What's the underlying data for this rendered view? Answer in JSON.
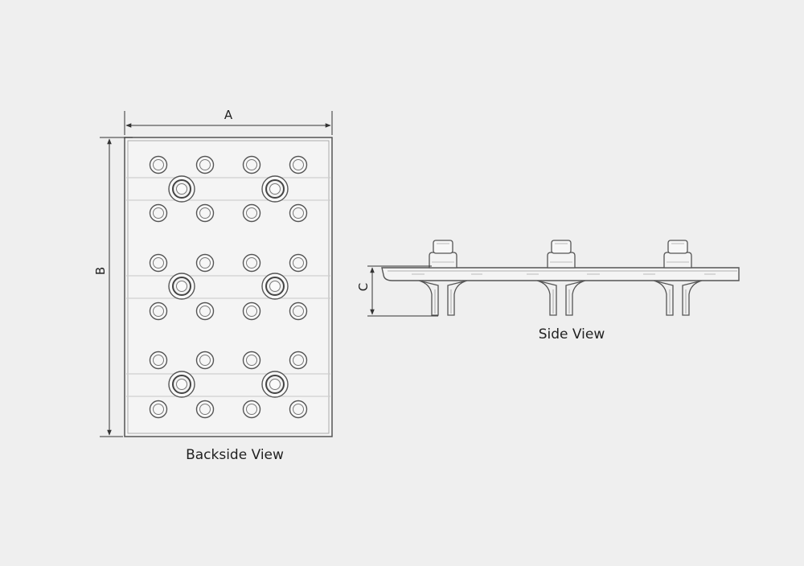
{
  "labels": {
    "dim_a": "A",
    "dim_b": "B",
    "dim_c": "C",
    "backside_caption": "Backside View",
    "side_caption": "Side View"
  },
  "colors": {
    "background": "#efefef",
    "plate_fill": "#f4f4f4",
    "line": "#555555",
    "dim_line": "#333333"
  },
  "backside_view": {
    "small_hole_rows": 6,
    "small_holes_per_row": 4,
    "large_hole_rows": 3,
    "large_holes_per_row": 2
  },
  "side_view": {
    "studs": 3
  }
}
